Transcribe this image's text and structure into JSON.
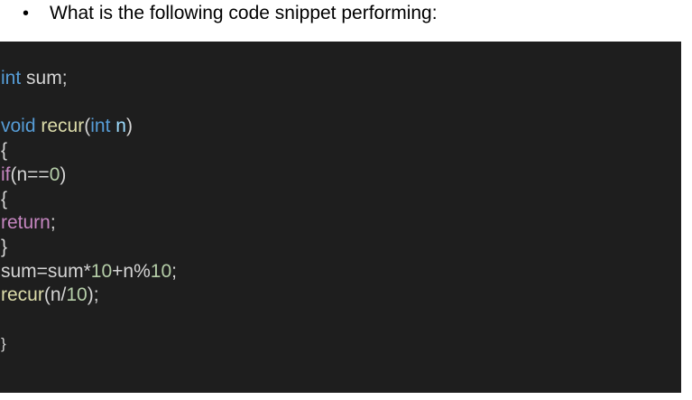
{
  "question": {
    "bullet": "•",
    "text": "What is the following code snippet performing:"
  },
  "code": {
    "lines": [
      [
        {
          "t": "int",
          "c": "kw"
        },
        {
          "t": " sum;",
          "c": "plain"
        }
      ],
      [],
      [
        {
          "t": "void",
          "c": "kw"
        },
        {
          "t": " ",
          "c": "plain"
        },
        {
          "t": "recur",
          "c": "fn"
        },
        {
          "t": "(",
          "c": "plain"
        },
        {
          "t": "int",
          "c": "kw"
        },
        {
          "t": " ",
          "c": "plain"
        },
        {
          "t": "n",
          "c": "var"
        },
        {
          "t": ")",
          "c": "plain"
        }
      ],
      [
        {
          "t": "{",
          "c": "plain"
        }
      ],
      [
        {
          "t": "if",
          "c": "ctrl"
        },
        {
          "t": "(n==",
          "c": "plain"
        },
        {
          "t": "0",
          "c": "num"
        },
        {
          "t": ")",
          "c": "plain"
        }
      ],
      [
        {
          "t": "{",
          "c": "plain"
        }
      ],
      [
        {
          "t": "return",
          "c": "ctrl"
        },
        {
          "t": ";",
          "c": "plain"
        }
      ],
      [
        {
          "t": "}",
          "c": "plain"
        }
      ],
      [
        {
          "t": "sum=sum*",
          "c": "plain"
        },
        {
          "t": "10",
          "c": "num"
        },
        {
          "t": "+n%",
          "c": "plain"
        },
        {
          "t": "10",
          "c": "num"
        },
        {
          "t": ";",
          "c": "plain"
        }
      ],
      [
        {
          "t": "recur",
          "c": "fn"
        },
        {
          "t": "(n/",
          "c": "plain"
        },
        {
          "t": "10",
          "c": "num"
        },
        {
          "t": ");",
          "c": "plain"
        }
      ],
      [],
      [
        {
          "t": "}",
          "c": "plain"
        }
      ]
    ]
  }
}
